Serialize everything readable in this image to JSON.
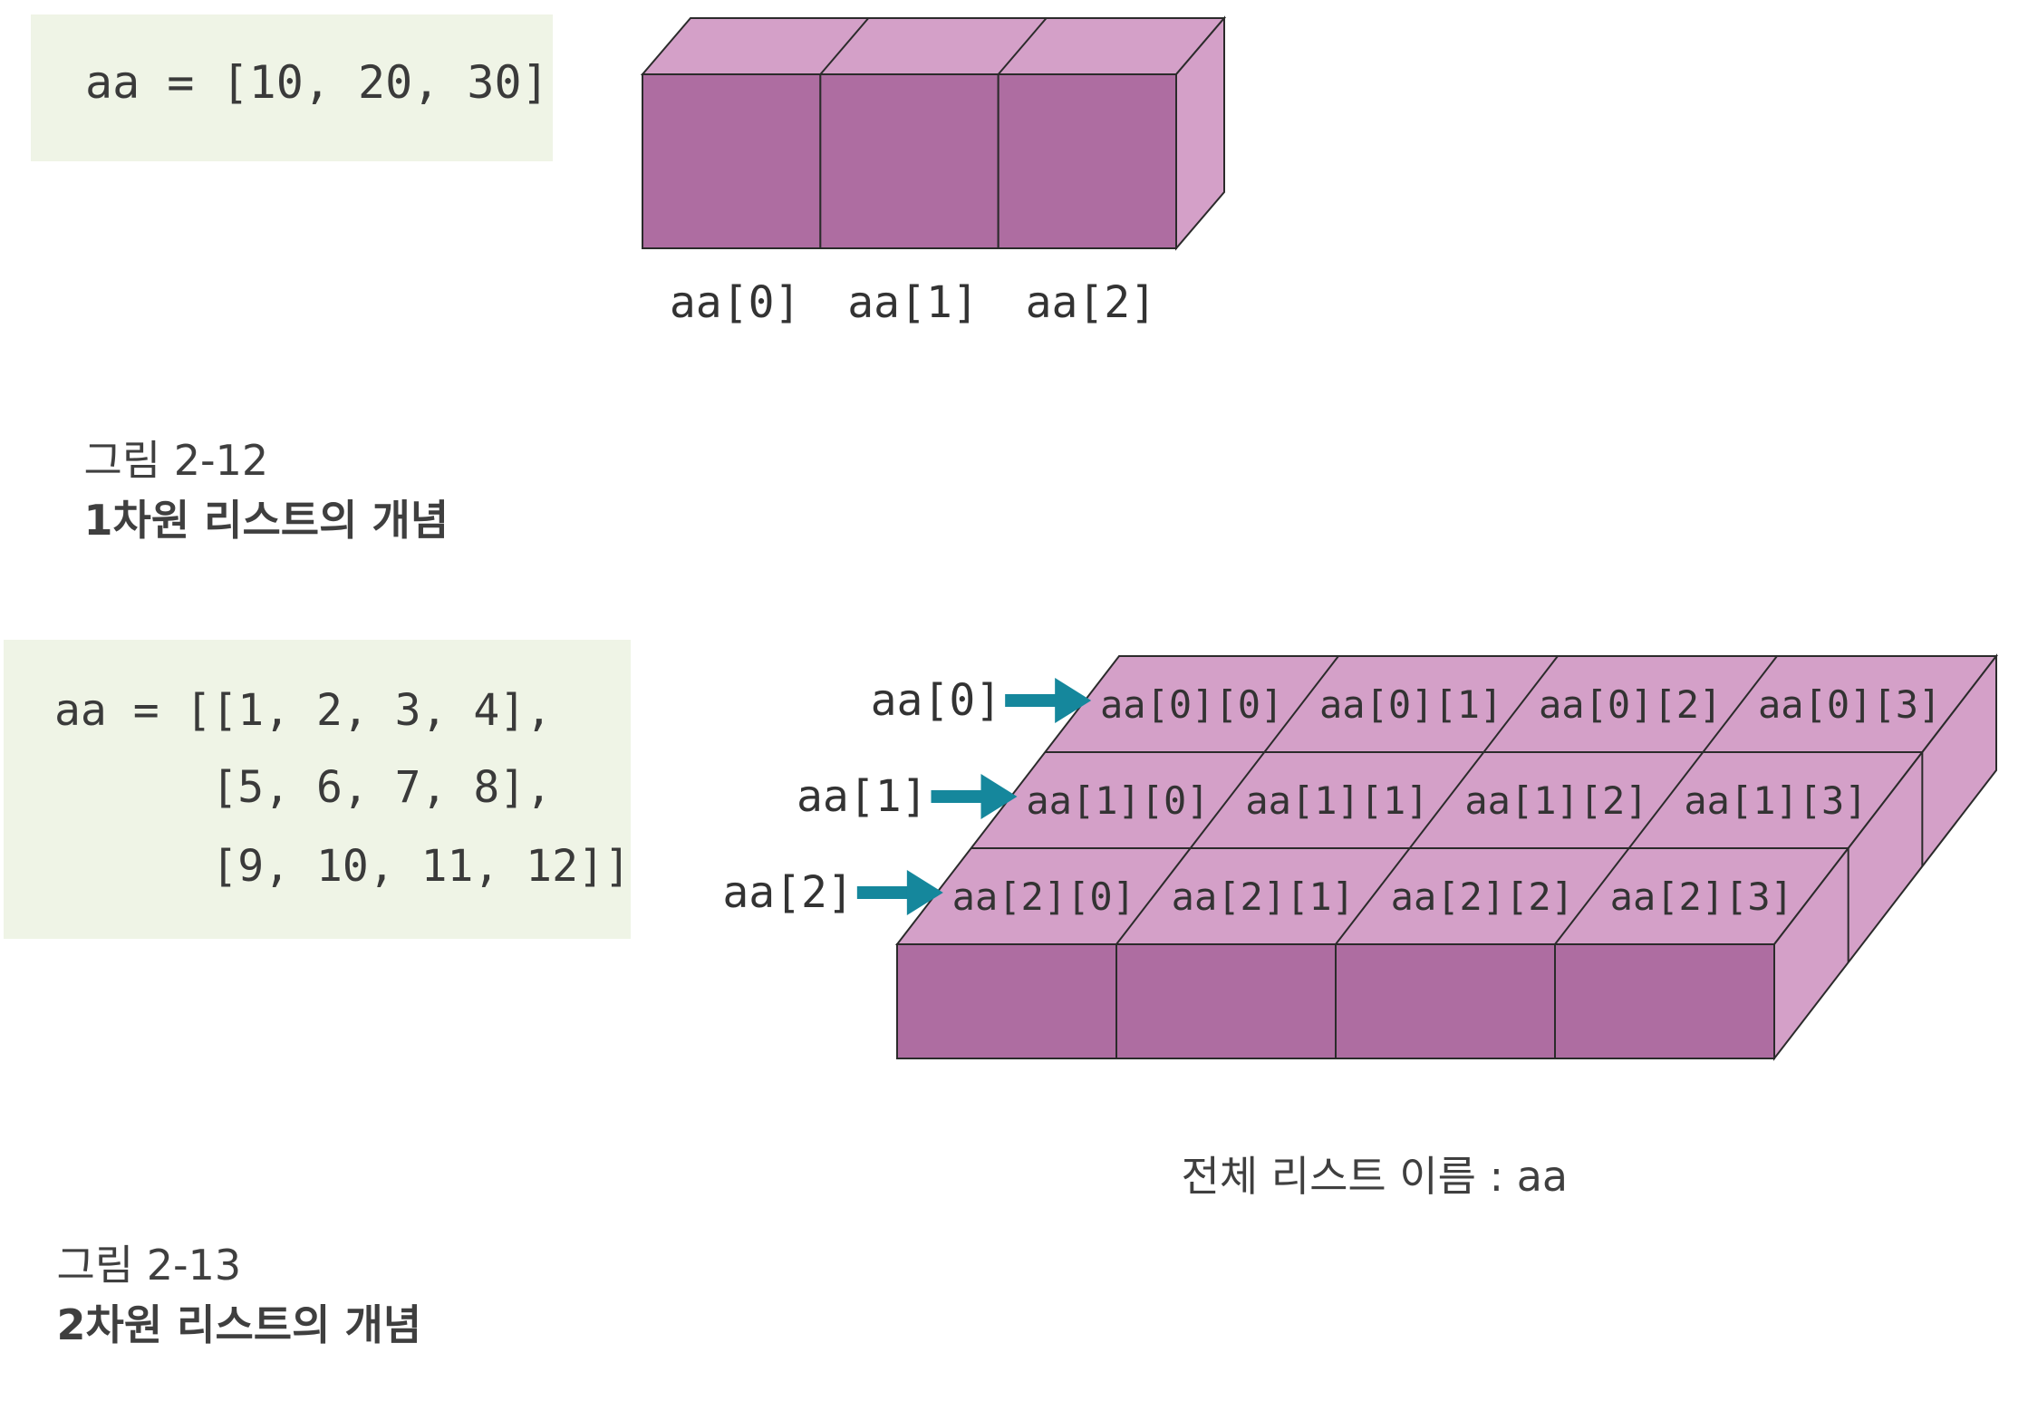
{
  "figure1": {
    "code": "aa = [10, 20, 30]",
    "cell_labels": [
      "aa[0]",
      "aa[1]",
      "aa[2]"
    ],
    "caption_number": "그림 2-12",
    "caption_title": "1차원 리스트의 개념"
  },
  "figure2": {
    "code_lines": [
      "aa = [[1, 2, 3, 4],",
      "      [5, 6, 7, 8],",
      "      [9, 10, 11, 12]]"
    ],
    "row_labels": [
      "aa[0]",
      "aa[1]",
      "aa[2]"
    ],
    "cells": [
      [
        "aa[0][0]",
        "aa[0][1]",
        "aa[0][2]",
        "aa[0][3]"
      ],
      [
        "aa[1][0]",
        "aa[1][1]",
        "aa[1][2]",
        "aa[1][3]"
      ],
      [
        "aa[2][0]",
        "aa[2][1]",
        "aa[2][2]",
        "aa[2][3]"
      ]
    ],
    "list_name_label": "전체 리스트 이름 : aa",
    "caption_number": "그림 2-13",
    "caption_title": "2차원 리스트의 개념"
  },
  "colors": {
    "code_bg": "#eff4e6",
    "cube_front": "#ae6da1",
    "cube_top": "#d4a0c8",
    "cube_side": "#d4a0c8",
    "edge": "#2b2b2b",
    "arrow": "#15879c"
  }
}
